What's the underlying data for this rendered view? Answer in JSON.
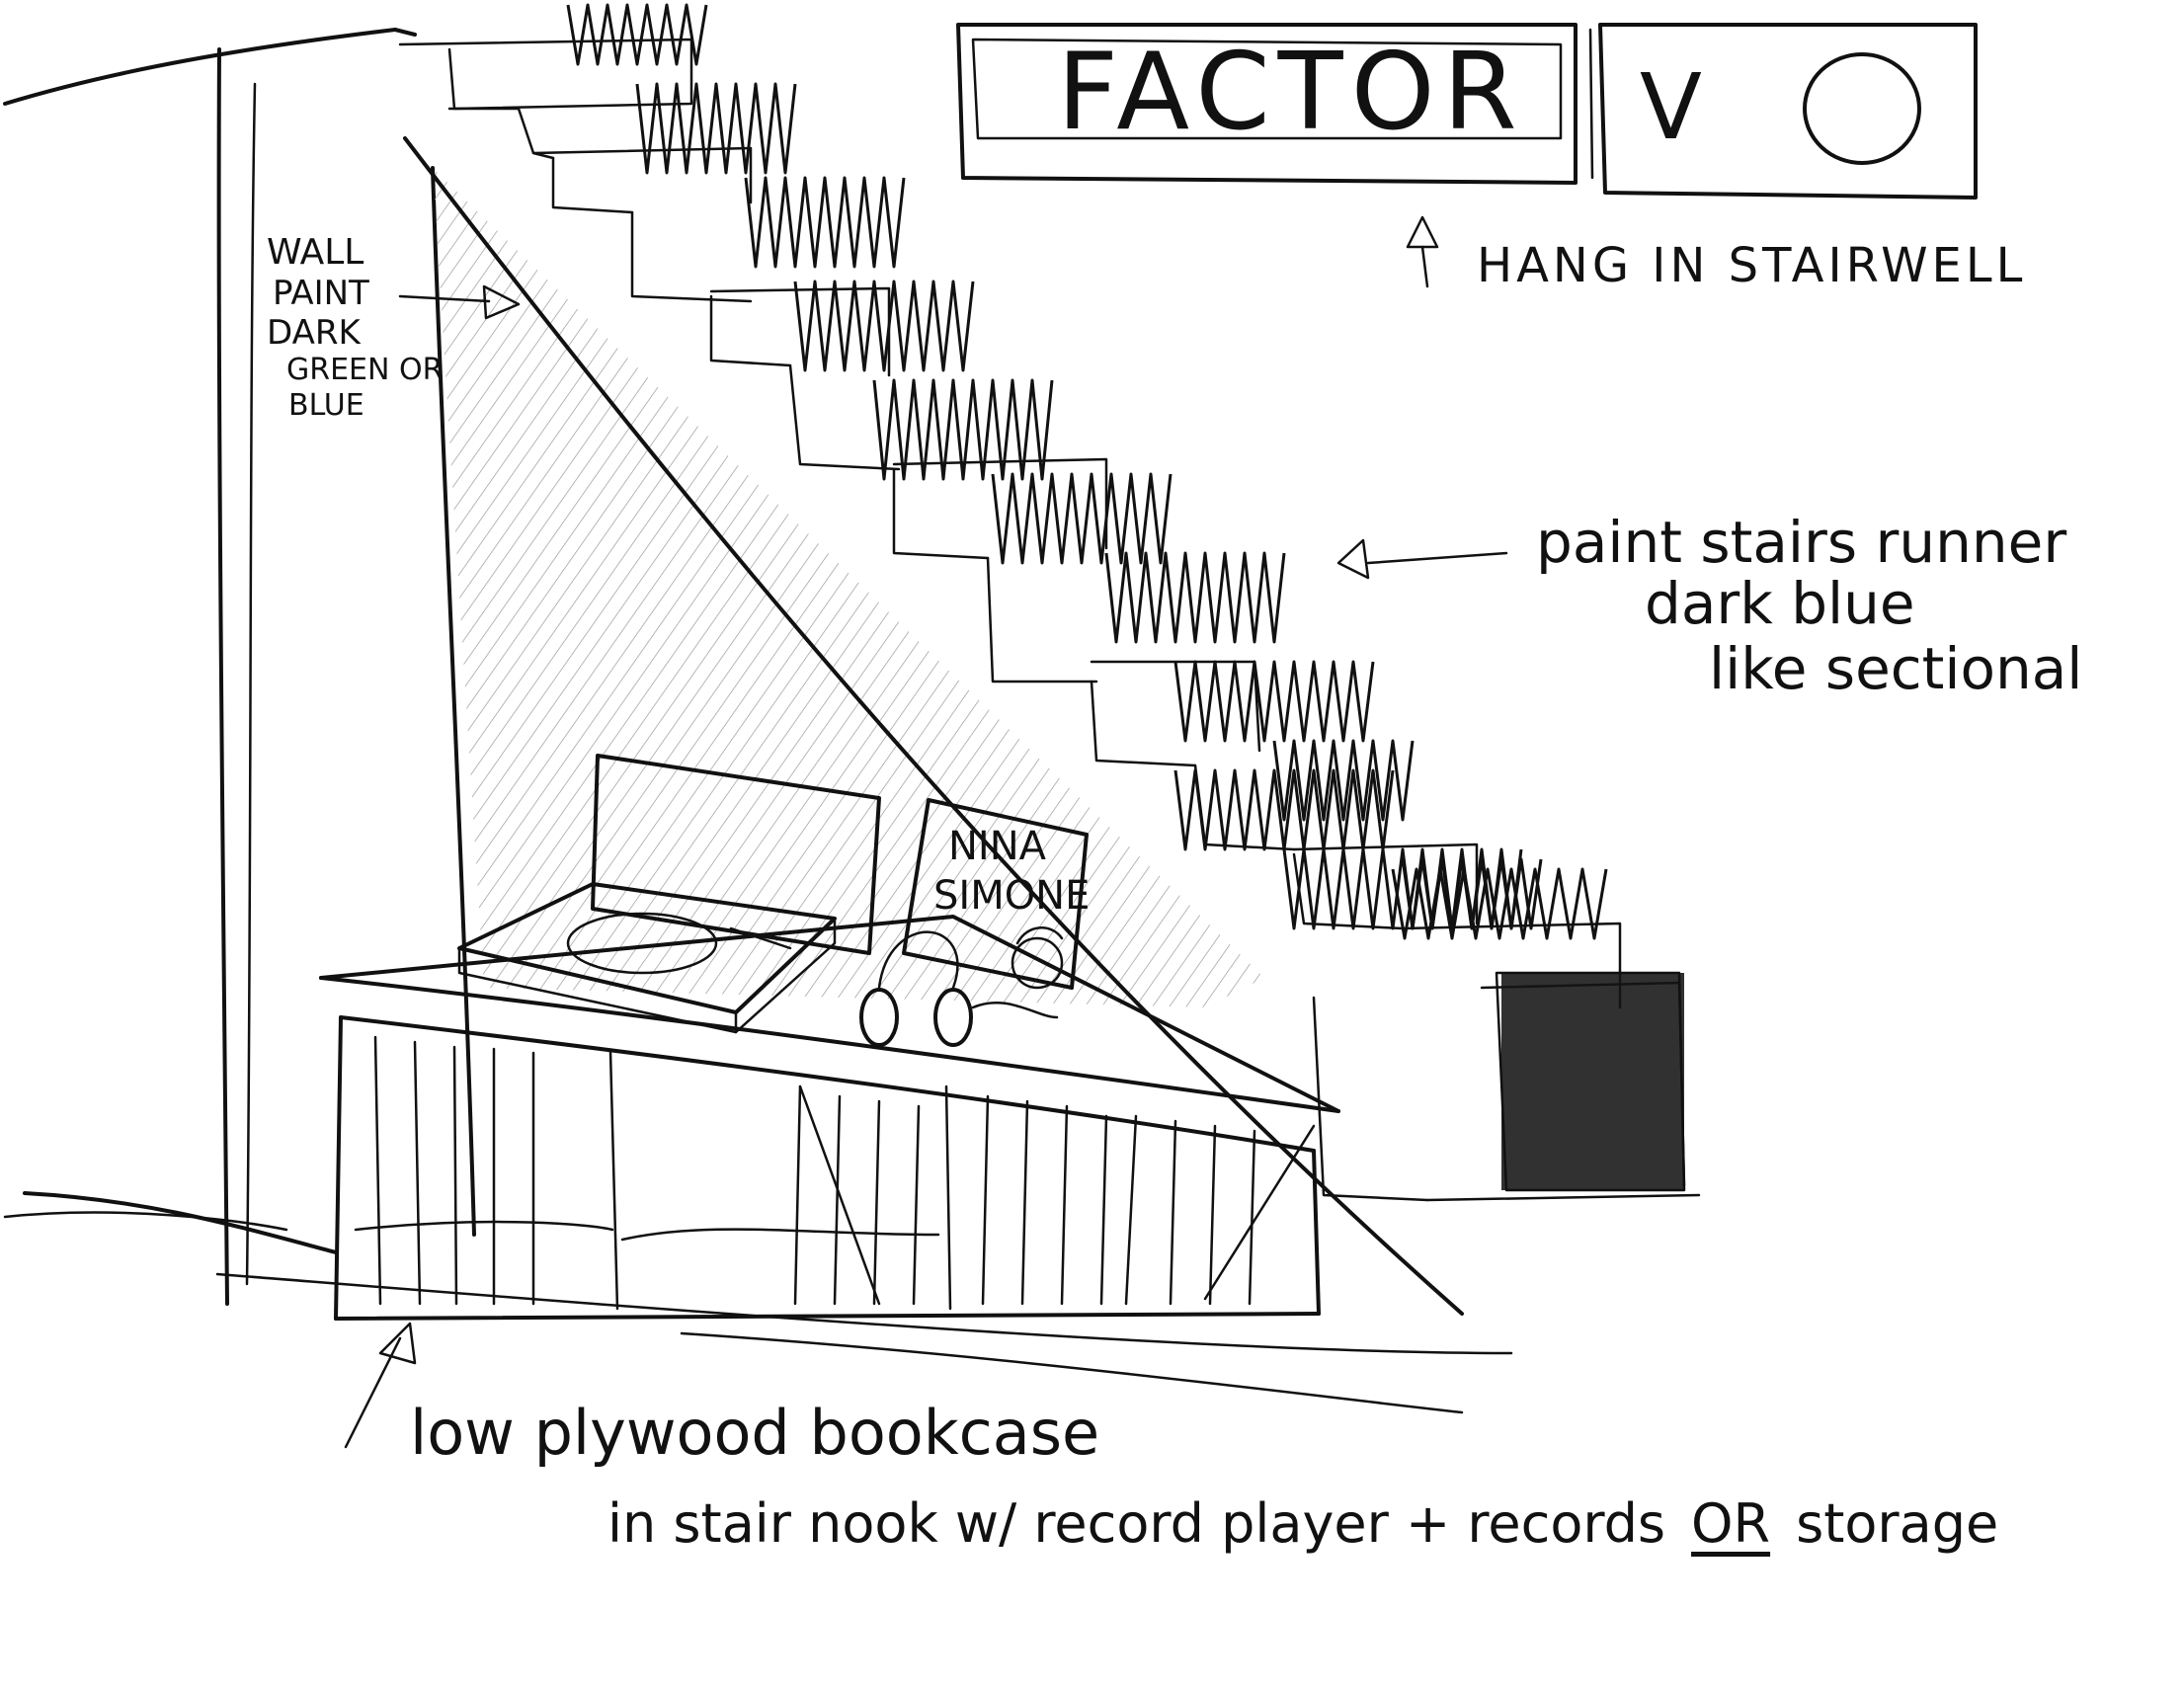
{
  "sign": {
    "word": "FACTOR",
    "letter": "V"
  },
  "annotations": {
    "sign_note": "HANG IN STAIRWELL",
    "wall_note": [
      "WALL",
      "PAINT",
      "DARK",
      "GREEN OR",
      "BLUE"
    ],
    "stairs_note": [
      "paint stairs runner",
      "dark blue",
      "like sectional"
    ],
    "bookcase_note": [
      "low plywood bookcase",
      "in stair nook w/ record player + records",
      "OR",
      "storage"
    ]
  },
  "album": {
    "line1": "NINA",
    "line2": "SIMONE"
  },
  "colors": {
    "ink": "#111111",
    "paper": "#ffffff"
  }
}
